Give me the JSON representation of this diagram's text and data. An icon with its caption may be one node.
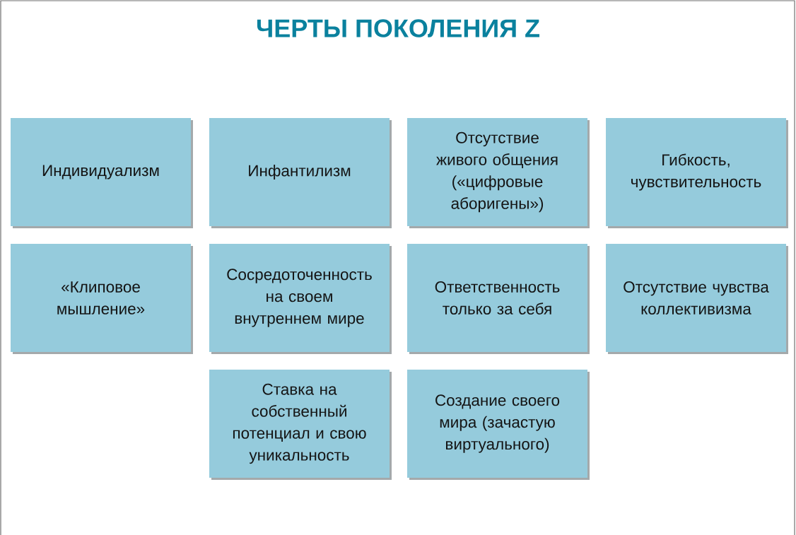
{
  "diagram": {
    "title": "ЧЕРТЫ ПОКОЛЕНИЯ Z",
    "nodes": [
      {
        "text": [
          "Индивидуализм"
        ]
      },
      {
        "text": [
          "Инфантилизм"
        ]
      },
      {
        "text": [
          "Отсутствие живого общения («цифровые аборигены»)"
        ]
      },
      {
        "text": [
          "Гибкость, чувствительность"
        ]
      },
      {
        "text": [
          "«Клиповое мышление»"
        ]
      },
      {
        "text": [
          "Сосредоточенность на своем внутреннем мире"
        ]
      },
      {
        "text": [
          "Ответственность только за себя"
        ]
      },
      {
        "text": [
          "Отсутствие чувства коллективизма"
        ]
      },
      {
        "text": [
          "Ставка на собственный потенциал и свою уникальность"
        ]
      },
      {
        "text": [
          "Создание своего мира (зачастую виртуального)"
        ]
      }
    ]
  }
}
